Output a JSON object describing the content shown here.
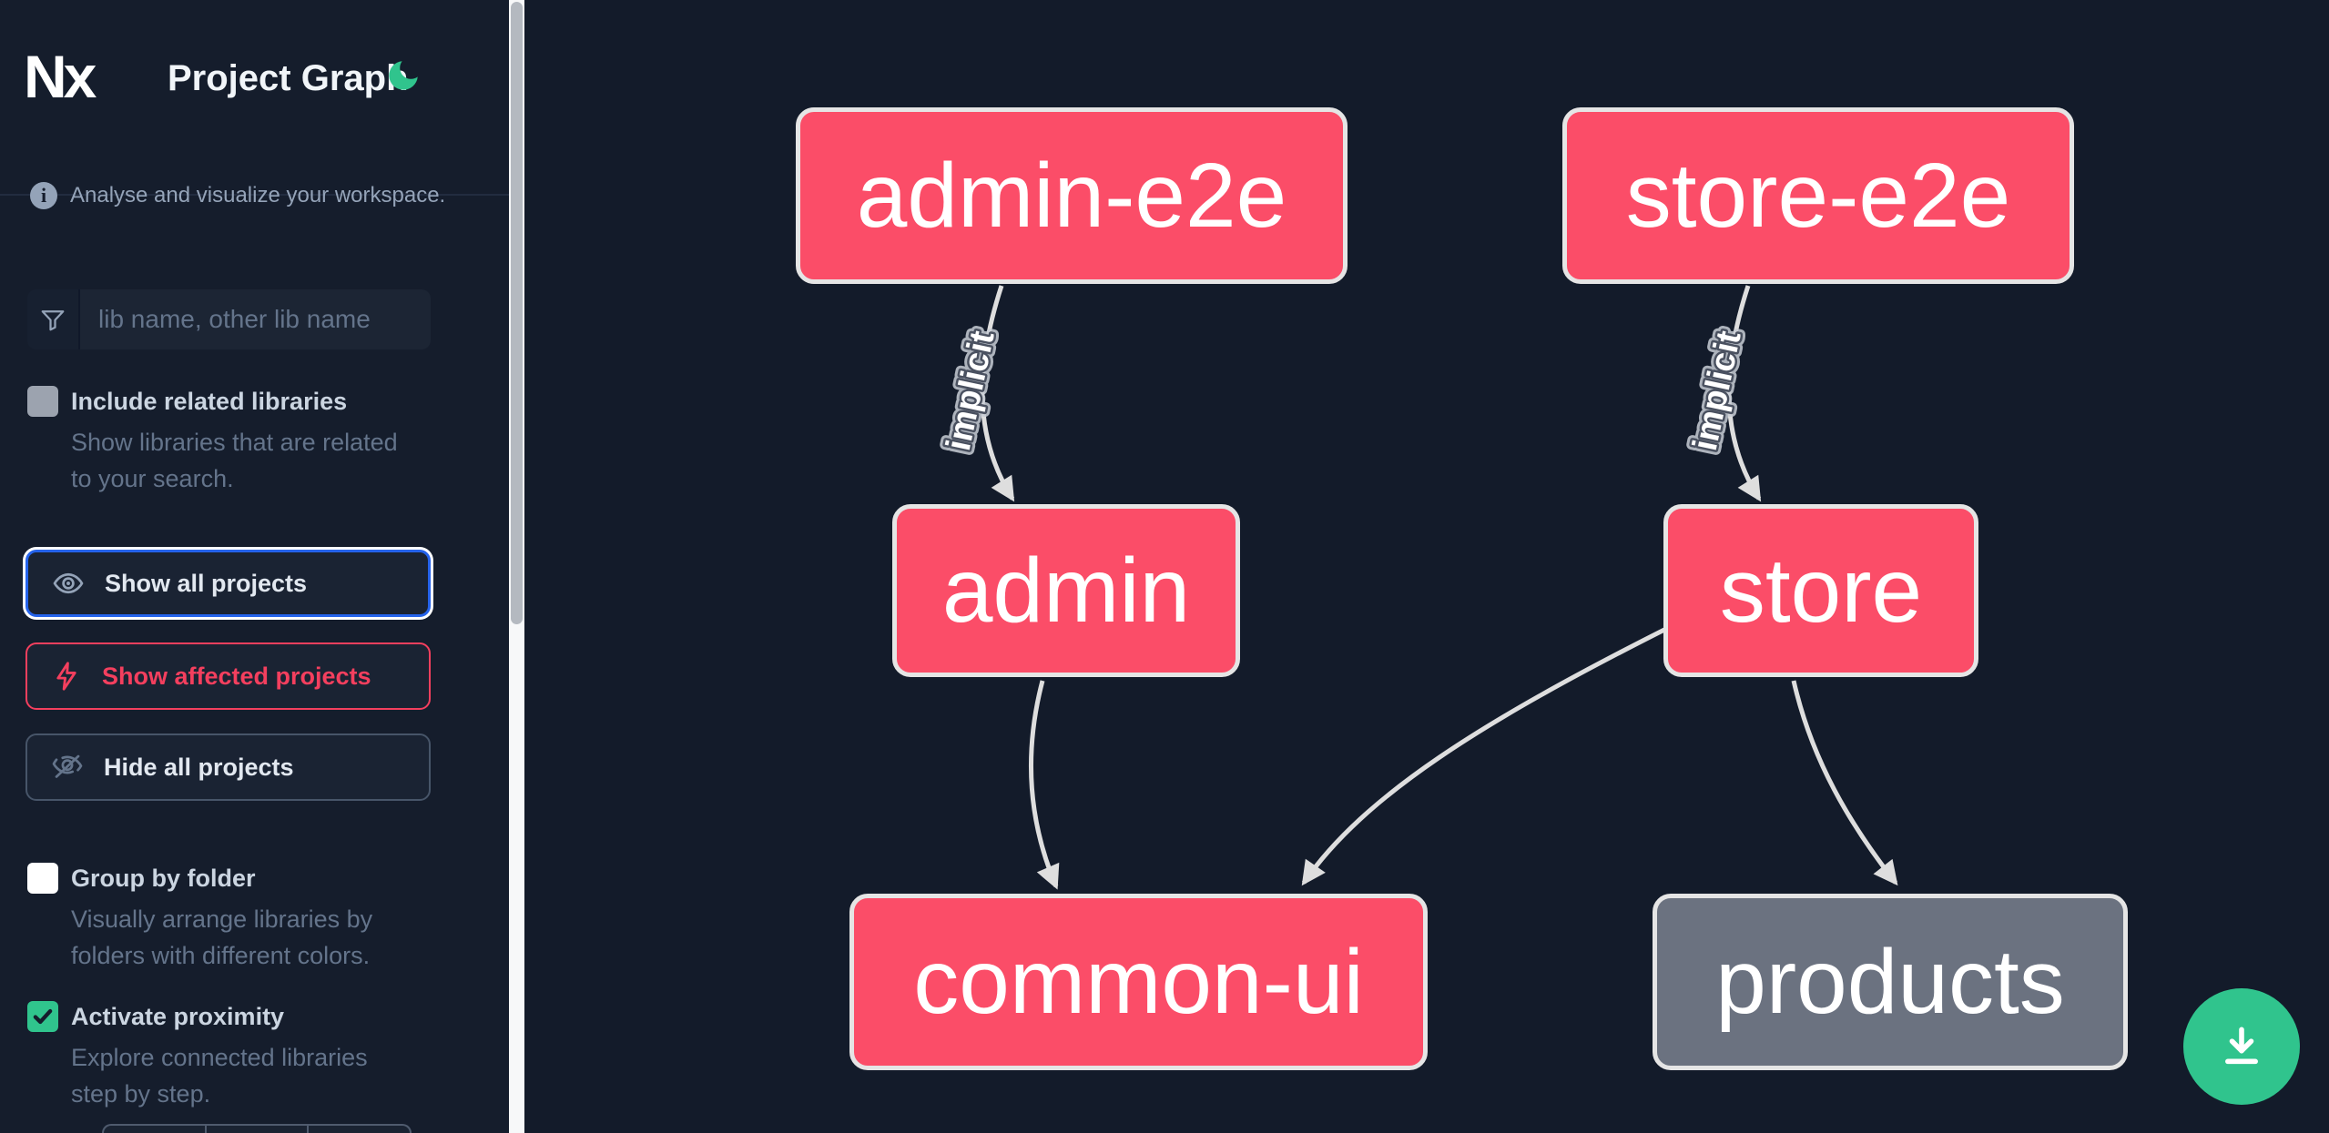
{
  "app": {
    "logo_text": "Nx",
    "title": "Project Graph"
  },
  "sidebar": {
    "info_text": "Analyse and visualize your workspace.",
    "search_placeholder": "lib name, other lib name",
    "include_related": {
      "label": "Include related libraries",
      "description": "Show libraries that are related to your search.",
      "checked": false
    },
    "actions": {
      "show_all": "Show all projects",
      "show_affected": "Show affected projects",
      "hide_all": "Hide all projects"
    },
    "group_by_folder": {
      "label": "Group by folder",
      "description": "Visually arrange libraries by folders with different colors.",
      "checked": false
    },
    "activate_proximity": {
      "label": "Activate proximity",
      "description": "Explore connected libraries step by step.",
      "checked": true
    }
  },
  "graph": {
    "edge_label": "implicit",
    "nodes": [
      {
        "id": "admin-e2e",
        "label": "admin-e2e",
        "color": "pink"
      },
      {
        "id": "store-e2e",
        "label": "store-e2e",
        "color": "pink"
      },
      {
        "id": "admin",
        "label": "admin",
        "color": "pink"
      },
      {
        "id": "store",
        "label": "store",
        "color": "pink"
      },
      {
        "id": "common-ui",
        "label": "common-ui",
        "color": "pink"
      },
      {
        "id": "products",
        "label": "products",
        "color": "gray"
      }
    ],
    "edges": [
      {
        "from": "admin-e2e",
        "to": "admin",
        "label": "implicit"
      },
      {
        "from": "store-e2e",
        "to": "store",
        "label": "implicit"
      },
      {
        "from": "admin",
        "to": "common-ui",
        "label": ""
      },
      {
        "from": "store",
        "to": "common-ui",
        "label": ""
      },
      {
        "from": "store",
        "to": "products",
        "label": ""
      }
    ]
  },
  "colors": {
    "accent_green": "#30c48d",
    "node_pink": "#fb4d68",
    "node_gray": "#6b7280",
    "focus_blue": "#2563eb",
    "affected_red": "#f43f5e",
    "background": "#131b2a"
  }
}
